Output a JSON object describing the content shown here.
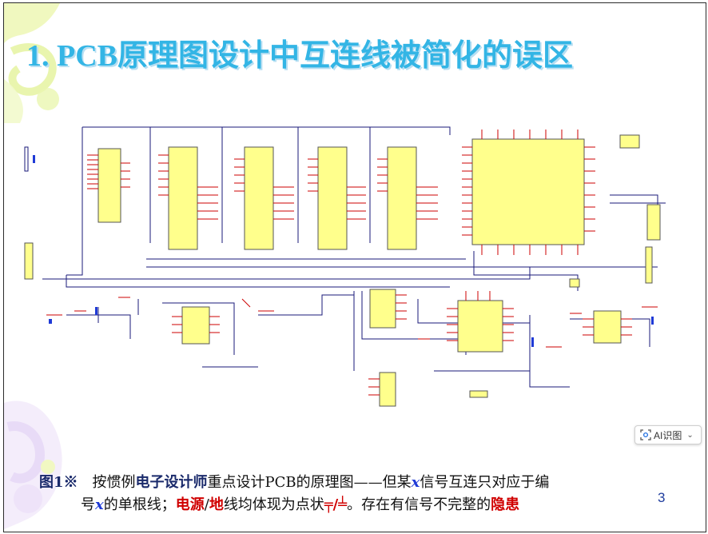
{
  "slide": {
    "title": "1. PCB原理图设计中互连线被简化的误区",
    "page_number": "3"
  },
  "ai_button": {
    "label": "AI识图",
    "icon": "scan-icon"
  },
  "caption": {
    "fig_label": "图1※",
    "t1": "　按惯例",
    "designer": "电子设计师",
    "t2": "重点设计PCB的原理图——但某",
    "x1": "x",
    "t3": "信号互连只对应于编",
    "t4": "号",
    "x2": "x",
    "t5": "的单根线；",
    "power": "电源",
    "slash": "/",
    "ground": "地",
    "t6": "线均体现为点状",
    "sym1": "╤",
    "sym2": "/",
    "sym3": "╧",
    "t7": "。存在有信号不完整的",
    "hazard": "隐患"
  },
  "colors": {
    "title": "#33b5e5",
    "chip_fill": "#ffff8c",
    "wire": "#1a1a7a",
    "pin": "#cc0000",
    "accent_red": "#d00000",
    "accent_blue": "#1f3ad6"
  }
}
